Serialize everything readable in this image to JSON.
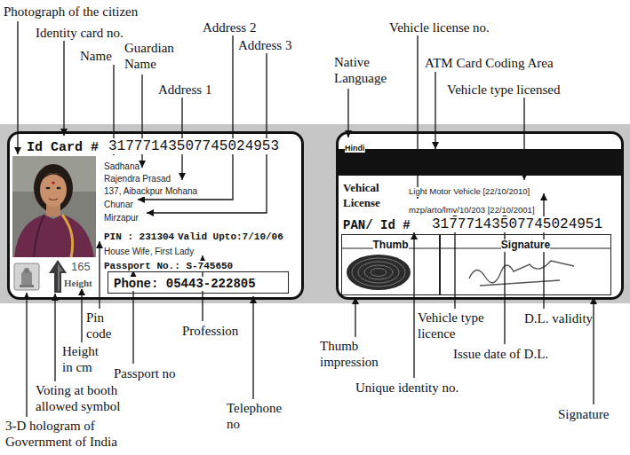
{
  "diagram": {
    "nodes": [
      {
        "text": [
          "Id Card #",
          "31777143507745024953",
          "Sadhana",
          "Rajendra Prasad",
          "137, Aibackpur Mohana",
          "Chunar",
          "Mirzapur",
          "PIN : 231304",
          "Valid Upto:7/10/06",
          "House Wife, First Lady",
          "Passport No.: S-745650",
          "165",
          "Height"
        ]
      },
      {
        "text": [
          "Phone: 05443-222805"
        ],
        "in": 0
      },
      {
        "text": [
          "Hindi",
          "Vehical License",
          "Light Motor Vehicle [22/10/2010]",
          "mzp/arto/lmv/10/203 [22/10/2001]",
          "PAN/ Id #",
          "31777143507745024951"
        ]
      },
      {
        "text": [
          "Thumb"
        ],
        "in": 2
      },
      {
        "text": [
          "Signature"
        ],
        "in": 2
      }
    ],
    "labels": [
      "Photograph of the citizen",
      "Identity card no.",
      "Name",
      "Guardian Name",
      "Address 1",
      "Address 2",
      "Address 3",
      "Native Language",
      "Vehicle license no.",
      "ATM Card Coding Area",
      "Vehicle type licensed",
      "Pin code",
      "Profession",
      "Height in cm",
      "Passport no",
      "Voting at booth allowed symbol",
      "3-D hologram of Government of India",
      "Telephone no",
      "Thumb impression",
      "Vehicle type licence",
      "D.L. validity",
      "Issue date of D.L.",
      "Unique identity no.",
      "Signature"
    ]
  }
}
